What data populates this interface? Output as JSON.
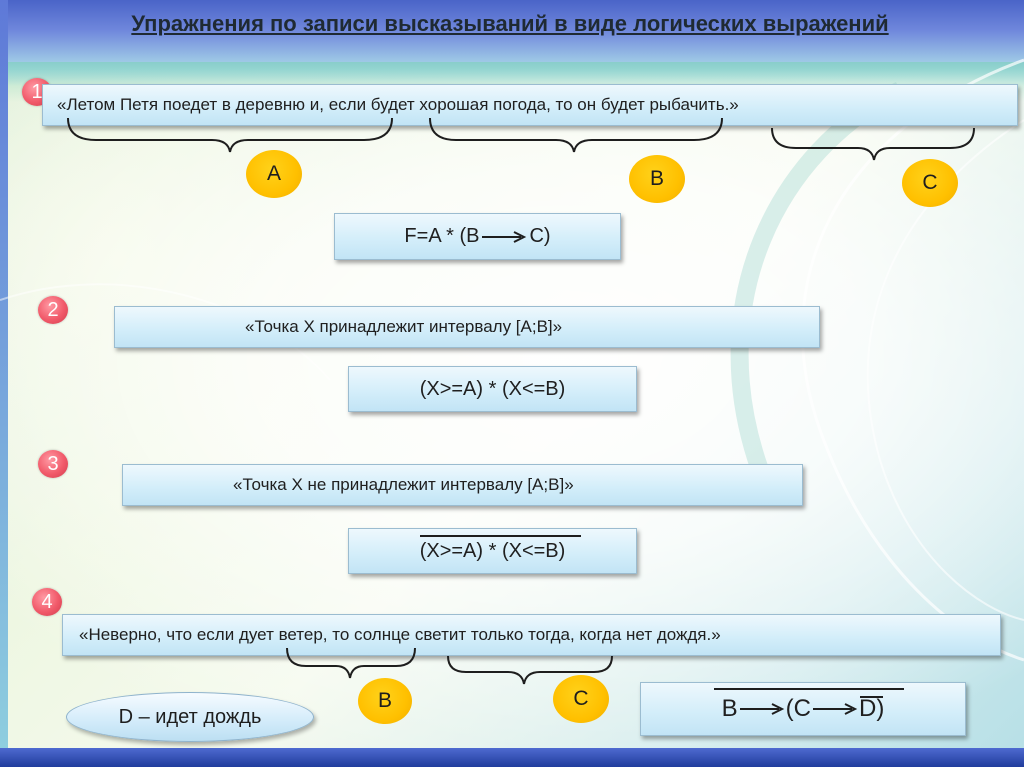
{
  "title": "Упражнения по записи высказываний в виде логических выражений",
  "colors": {
    "accent_number": "#f15a6a",
    "label_circle": "#ffc000",
    "box_fill": "#d4eefa",
    "top_band": "#4a64c8"
  },
  "exercises": [
    {
      "number": "1",
      "statement": "«Летом Петя поедет в деревню и, если будет хорошая погода, то он будет рыбачить.»",
      "labels": [
        "A",
        "B",
        "C"
      ],
      "formula": {
        "left": "F=A * (B",
        "right": "C)"
      }
    },
    {
      "number": "2",
      "statement": "«Точка X принадлежит интервалу [A;B]»",
      "formula": "(X>=A) * (X<=B)"
    },
    {
      "number": "3",
      "statement": "«Точка X не принадлежит интервалу [A;B]»",
      "formula": "(X>=A) * (X<=B)"
    },
    {
      "number": "4",
      "statement": "«Неверно, что если дует ветер, то солнце светит только тогда, когда нет дождя.»",
      "labels": [
        "B",
        "C"
      ],
      "note": "D – идет дождь",
      "formula": {
        "part1": "B",
        "part2": "(C",
        "part3": "D)"
      }
    }
  ]
}
